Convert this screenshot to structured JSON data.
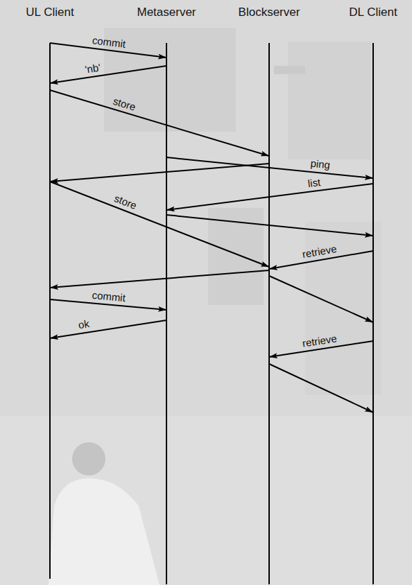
{
  "diagram": {
    "nodes": [
      {
        "text": [
          "UL Client"
        ]
      },
      {
        "text": [
          "Metaserver"
        ]
      },
      {
        "text": [
          "Blockserver"
        ]
      },
      {
        "text": [
          "DL Client"
        ]
      }
    ],
    "edges": [
      {
        "from": 0,
        "to": 1,
        "label": "commit",
        "arrow": "to"
      },
      {
        "from": 1,
        "to": 0,
        "label": "'nb'",
        "arrow": "to"
      },
      {
        "from": 0,
        "to": 2,
        "label": "store",
        "arrow": "to"
      },
      {
        "from": 1,
        "to": 3,
        "label": "ping",
        "arrow": "to"
      },
      {
        "from": 2,
        "to": 0,
        "arrow": "to"
      },
      {
        "from": 0,
        "to": 2,
        "label": "store",
        "arrow": "to"
      },
      {
        "from": 3,
        "to": 1,
        "label": "list",
        "arrow": "to"
      },
      {
        "from": 1,
        "to": 3,
        "arrow": "to"
      },
      {
        "from": 3,
        "to": 2,
        "label": "retrieve",
        "arrow": "to"
      },
      {
        "from": 2,
        "to": 0,
        "arrow": "to"
      },
      {
        "from": 2,
        "to": 3,
        "arrow": "to"
      },
      {
        "from": 0,
        "to": 1,
        "label": "commit",
        "arrow": "to"
      },
      {
        "from": 1,
        "to": 0,
        "label": "ok",
        "arrow": "to"
      },
      {
        "from": 3,
        "to": 2,
        "label": "retrieve",
        "arrow": "to"
      },
      {
        "from": 2,
        "to": 3,
        "arrow": "to"
      }
    ]
  }
}
